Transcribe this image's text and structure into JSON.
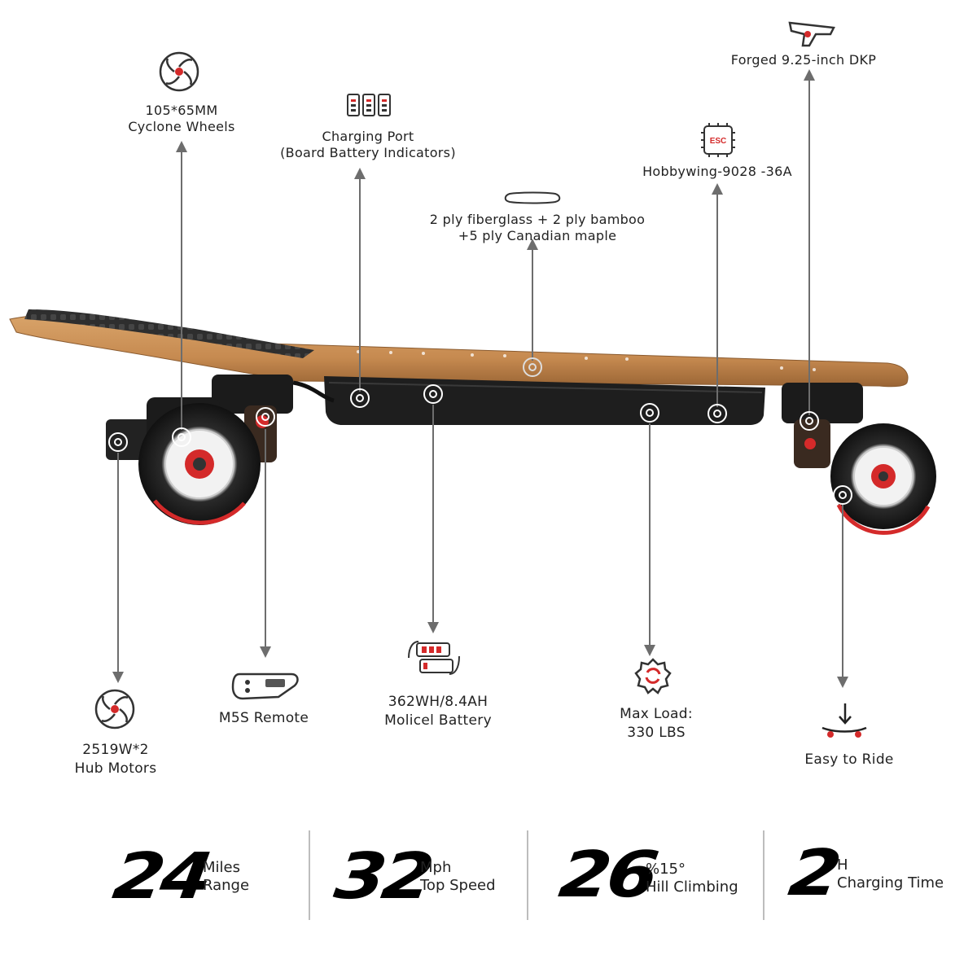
{
  "callouts": {
    "wheels": [
      "105*65MM",
      "Cyclone Wheels"
    ],
    "charging": [
      "Charging Port",
      "(Board Battery Indicators)"
    ],
    "deck": [
      "2 ply fiberglass + 2 ply bamboo",
      "+5 ply Canadian maple"
    ],
    "esc": [
      "Hobbywing-9028 -36A"
    ],
    "truck": [
      "Forged 9.25-inch  DKP"
    ],
    "motors": [
      "2519W*2",
      "Hub Motors"
    ],
    "remote": [
      "M5S Remote"
    ],
    "battery": [
      "362WH/8.4AH",
      "Molicel Battery"
    ],
    "load": [
      "Max Load:",
      "330 LBS"
    ],
    "ride": [
      "Easy to Ride"
    ]
  },
  "icons": {
    "wheels": "wheel-icon",
    "charging": "battery-indicator-icon",
    "deck": "deck-icon",
    "esc": "esc-chip-icon",
    "esc_text": "ESC",
    "truck": "truck-icon",
    "motors": "hub-motor-icon",
    "remote": "remote-icon",
    "battery": "battery-cycle-icon",
    "load": "load-gear-icon",
    "ride": "easy-ride-icon"
  },
  "stats": [
    {
      "value": "24",
      "unit": "Miles",
      "label": "Range"
    },
    {
      "value": "32",
      "unit": "Mph",
      "label": "Top Speed"
    },
    {
      "value": "26",
      "unit": "%15°",
      "label": "Hill Climbing"
    },
    {
      "value": "2",
      "unit": "H",
      "label": "Charging Time"
    }
  ],
  "colors": {
    "accent": "#d42a2a",
    "deck_wood": "#c98f57",
    "grip": "#2b2b2b",
    "line": "#6d6d6d"
  }
}
